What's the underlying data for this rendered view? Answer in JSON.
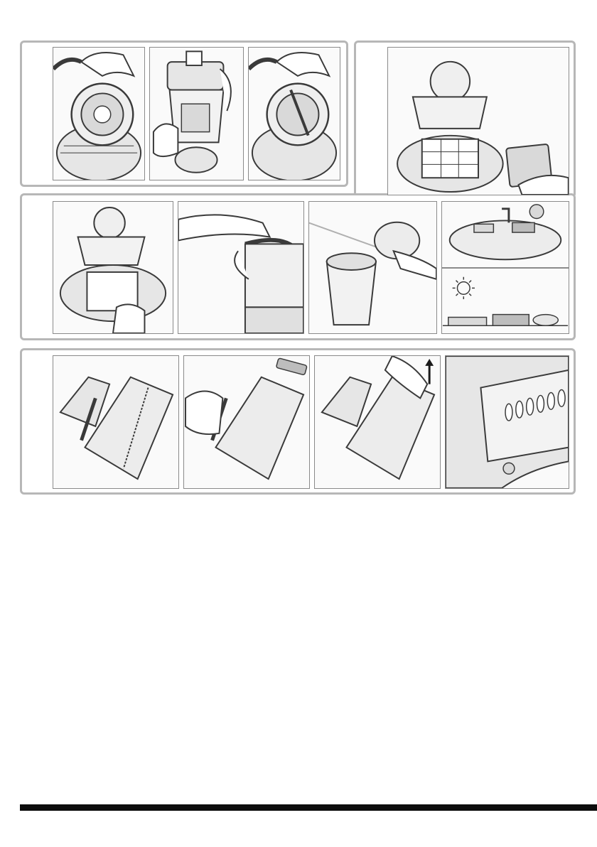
{
  "document": {
    "type": "instruction-illustrations",
    "sections": [
      {
        "id": "section-1",
        "panels": [
          "filter-cover-open",
          "dust-container-remove",
          "filter-cover-close"
        ]
      },
      {
        "id": "section-2",
        "panels": [
          "exhaust-filter-view"
        ]
      },
      {
        "id": "section-3",
        "panels": [
          "exhaust-filter-remove",
          "container-lift",
          "container-filter-lid",
          "filters-wash-sink",
          "filters-dry-sun"
        ]
      },
      {
        "id": "section-4",
        "panels": [
          "brush-nozzle-underside",
          "brush-screw-tool",
          "brush-roller-lift",
          "brush-roller-closeup"
        ]
      }
    ]
  },
  "colors": {
    "frame": "#b7b7b7",
    "panel_border": "#8a8a8a",
    "line_art": "#3a3a3a",
    "shade": "#d9d9d9",
    "bar": "#0d0d0d"
  }
}
